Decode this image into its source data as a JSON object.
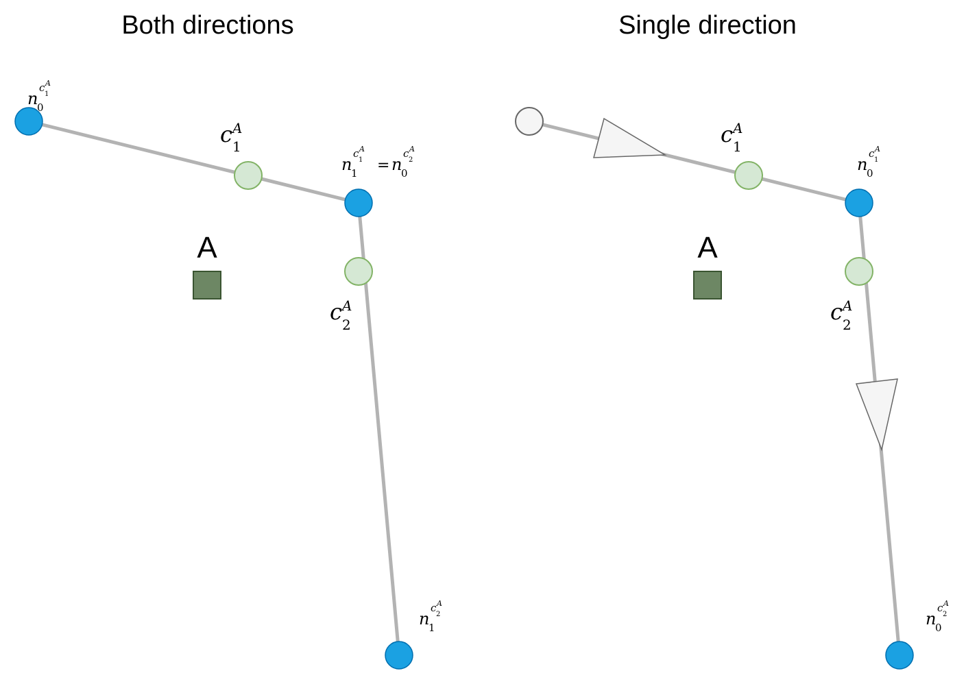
{
  "panels": [
    {
      "title": "Both directions",
      "area_label": "A",
      "labels": {
        "n0_top": {
          "base": "n",
          "sub": "0",
          "sup_base": "c",
          "sup_sub": "1",
          "sup_sup": "A"
        },
        "c1": {
          "base": "c",
          "sub": "1",
          "sup": "A"
        },
        "joint_left": {
          "base": "n",
          "sub": "1",
          "sup_base": "c",
          "sup_sub": "1",
          "sup_sup": "A"
        },
        "equals": "=",
        "joint_right": {
          "base": "n",
          "sub": "0",
          "sup_base": "c",
          "sup_sub": "2",
          "sup_sup": "A"
        },
        "c2": {
          "base": "c",
          "sub": "2",
          "sup": "A"
        },
        "n_bottom": {
          "base": "n",
          "sub": "1",
          "sup_base": "c",
          "sup_sub": "2",
          "sup_sup": "A"
        }
      }
    },
    {
      "title": "Single direction",
      "area_label": "A",
      "labels": {
        "c1": {
          "base": "c",
          "sub": "1",
          "sup": "A"
        },
        "joint": {
          "base": "n",
          "sub": "0",
          "sup_base": "c",
          "sup_sub": "1",
          "sup_sup": "A"
        },
        "c2": {
          "base": "c",
          "sub": "2",
          "sup": "A"
        },
        "n_bottom": {
          "base": "n",
          "sub": "0",
          "sup_base": "c",
          "sup_sub": "2",
          "sup_sup": "A"
        }
      }
    }
  ],
  "colors": {
    "node_fill": "#1ba1e2",
    "node_stroke": "#006eaf",
    "midpoint_fill": "#d5e8d4",
    "midpoint_stroke": "#82b366",
    "edge": "#b3b3b3",
    "area_square": "#6d8764",
    "arrow_fill": "#f5f5f5",
    "arrow_stroke": "#666666"
  }
}
